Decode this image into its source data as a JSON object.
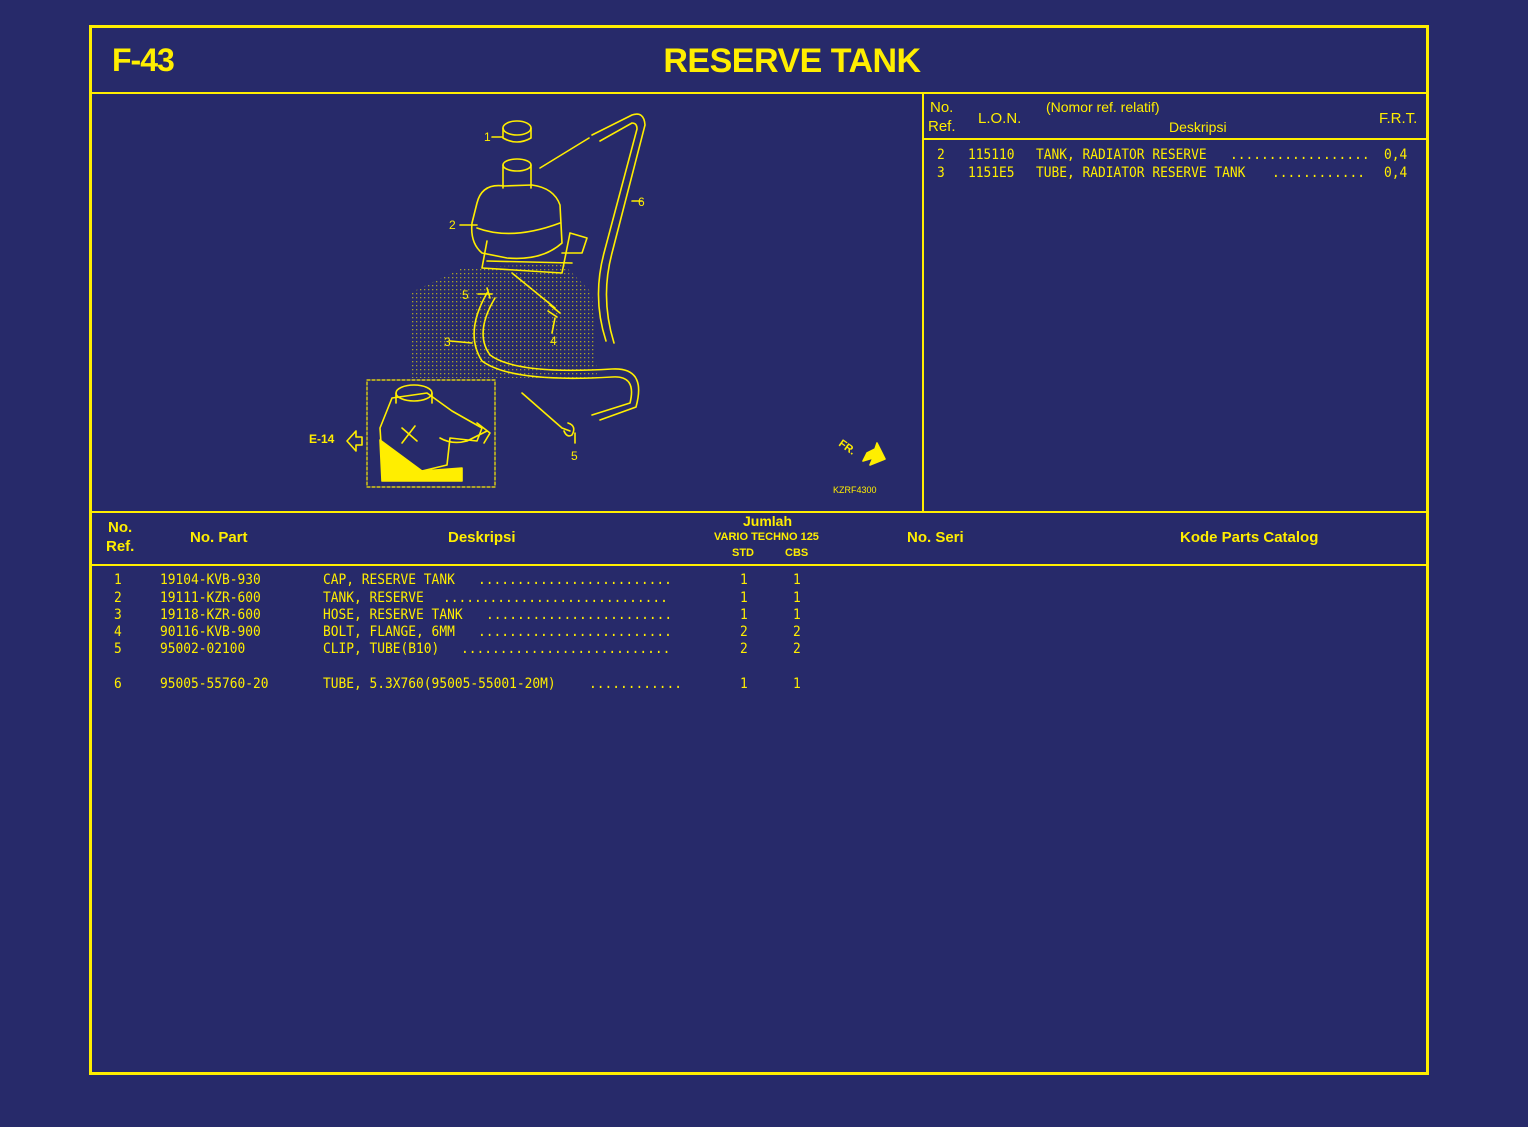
{
  "header": {
    "code": "F-43",
    "title": "RESERVE TANK"
  },
  "diagram": {
    "callouts": [
      "1",
      "2",
      "3",
      "4",
      "5",
      "5",
      "6"
    ],
    "ref_arrow": "E-14",
    "front_label": "FR.",
    "drawing_code": "KZRF4300"
  },
  "frt_table": {
    "headers": {
      "no_ref_1": "No.",
      "no_ref_2": "Ref.",
      "lon": "L.O.N.",
      "nomor": "(Nomor ref. relatif)",
      "deskripsi": "Deskripsi",
      "frt": "F.R.T."
    },
    "rows": [
      {
        "ref": "2",
        "lon": "115110",
        "desc": "TANK, RADIATOR RESERVE",
        "frt": "0,4"
      },
      {
        "ref": "3",
        "lon": "1151E5",
        "desc": "TUBE, RADIATOR RESERVE TANK",
        "frt": "0,4"
      }
    ]
  },
  "parts_table": {
    "headers": {
      "no_ref_1": "No.",
      "no_ref_2": "Ref.",
      "no_part": "No. Part",
      "deskripsi": "Deskripsi",
      "jumlah": "Jumlah",
      "model": "VARIO TECHNO 125",
      "std": "STD",
      "cbs": "CBS",
      "no_seri": "No. Seri",
      "kode": "Kode Parts Catalog"
    },
    "rows": [
      {
        "ref": "1",
        "part": "19104-KVB-930",
        "desc": "CAP, RESERVE TANK",
        "std": "1",
        "cbs": "1"
      },
      {
        "ref": "2",
        "part": "19111-KZR-600",
        "desc": "TANK, RESERVE",
        "std": "1",
        "cbs": "1"
      },
      {
        "ref": "3",
        "part": "19118-KZR-600",
        "desc": "HOSE, RESERVE TANK",
        "std": "1",
        "cbs": "1"
      },
      {
        "ref": "4",
        "part": "90116-KVB-900",
        "desc": "BOLT, FLANGE, 6MM",
        "std": "2",
        "cbs": "2"
      },
      {
        "ref": "5",
        "part": "95002-02100",
        "desc": "CLIP, TUBE(B10)",
        "std": "2",
        "cbs": "2"
      },
      {
        "ref": "6",
        "part": "95005-55760-20",
        "desc": "TUBE, 5.3X760(95005-55001-20M)",
        "std": "1",
        "cbs": "1"
      }
    ]
  }
}
